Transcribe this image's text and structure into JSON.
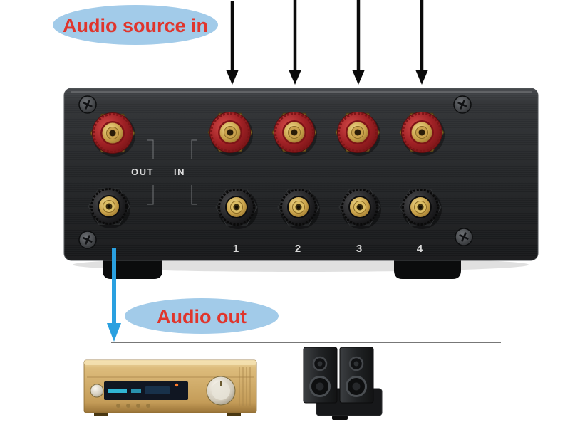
{
  "callouts": {
    "source_in": {
      "label": "Audio source in"
    },
    "audio_out": {
      "label": "Audio out"
    }
  },
  "device_panel": {
    "out_label": "OUT",
    "in_label": "IN",
    "channel_numbers": [
      "1",
      "2",
      "3",
      "4"
    ],
    "out_jacks": [
      "red-rca-jack",
      "black-gold-rca-jack"
    ],
    "in_jacks_top_row": [
      "red-rca-jack",
      "red-rca-jack",
      "red-rca-jack",
      "red-rca-jack"
    ],
    "in_jacks_bottom_row": [
      "black-gold-rca-jack",
      "black-gold-rca-jack",
      "black-gold-rca-jack",
      "black-gold-rca-jack"
    ]
  },
  "colors": {
    "callout_bg": "#a2cbe9",
    "callout_text": "#e0352c",
    "device_body": "#232527",
    "red_jack": "#a02125",
    "gold": "#c9a24a",
    "blue_arrow": "#2aa0e0",
    "black_arrow": "#0a0a0a",
    "panel_text": "#dcdcdc"
  },
  "equipment": {
    "amplifier": "stereo-amplifier",
    "speakers": "bookshelf-speakers"
  }
}
